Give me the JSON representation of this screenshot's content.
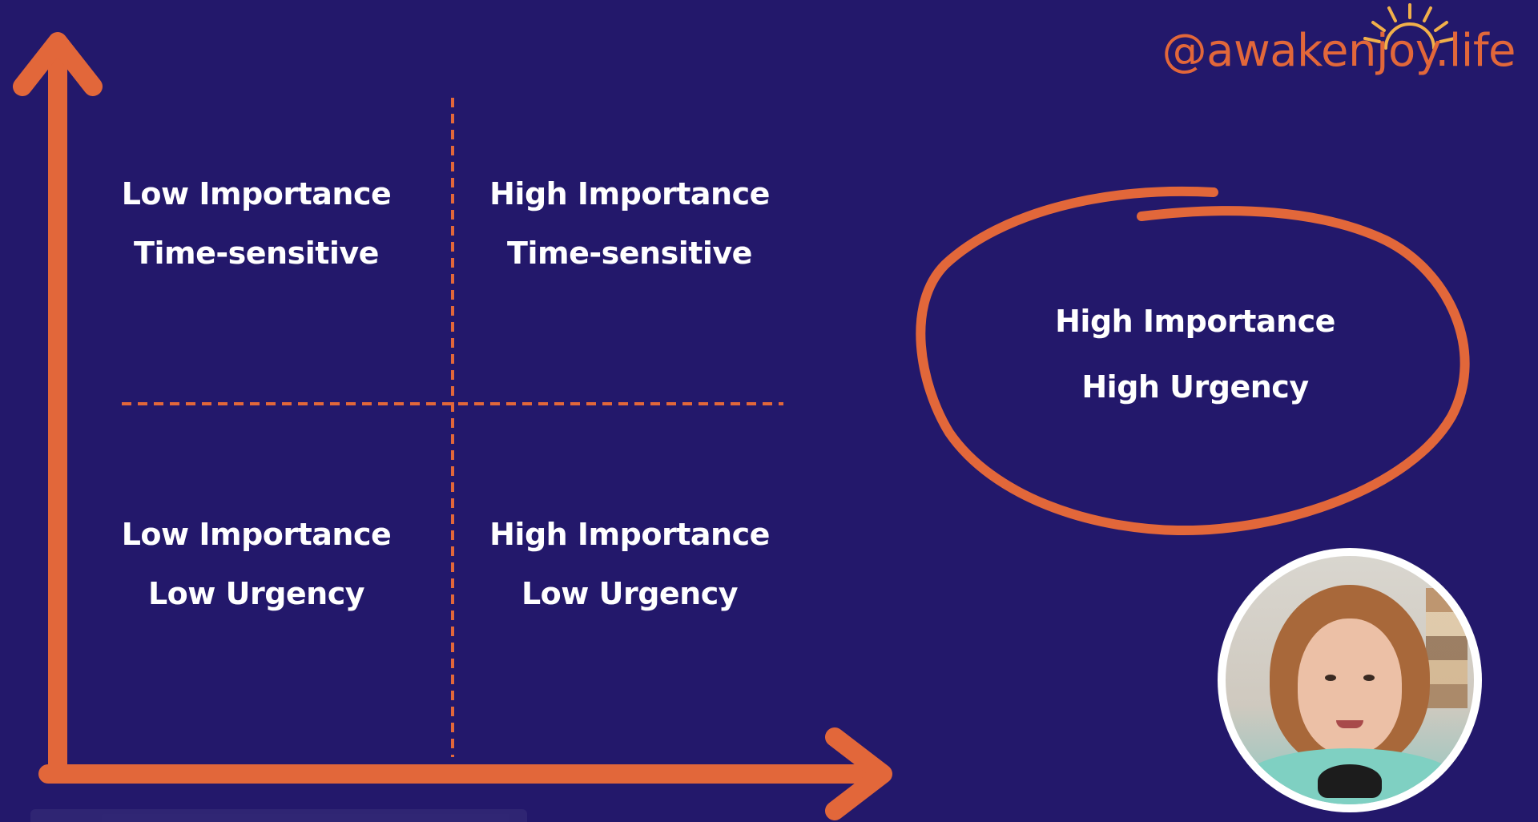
{
  "brand": {
    "handle": "@awakenjoy.life",
    "color": "#e2673a"
  },
  "colors": {
    "background": "#23186b",
    "accent": "#e2673a",
    "text": "#ffffff"
  },
  "matrix": {
    "top_left": {
      "line1": "Low Importance",
      "line2": "Time-sensitive"
    },
    "top_right": {
      "line1": "High Importance",
      "line2": "Time-sensitive"
    },
    "bottom_left": {
      "line1": "Low Importance",
      "line2": "Low Urgency"
    },
    "bottom_right": {
      "line1": "High Importance",
      "line2": "Low Urgency"
    }
  },
  "highlight": {
    "line1": "High Importance",
    "line2": "High Urgency"
  },
  "icons": {
    "brand_sun": "sun-icon",
    "axis_arrows": "arrow-icon"
  }
}
